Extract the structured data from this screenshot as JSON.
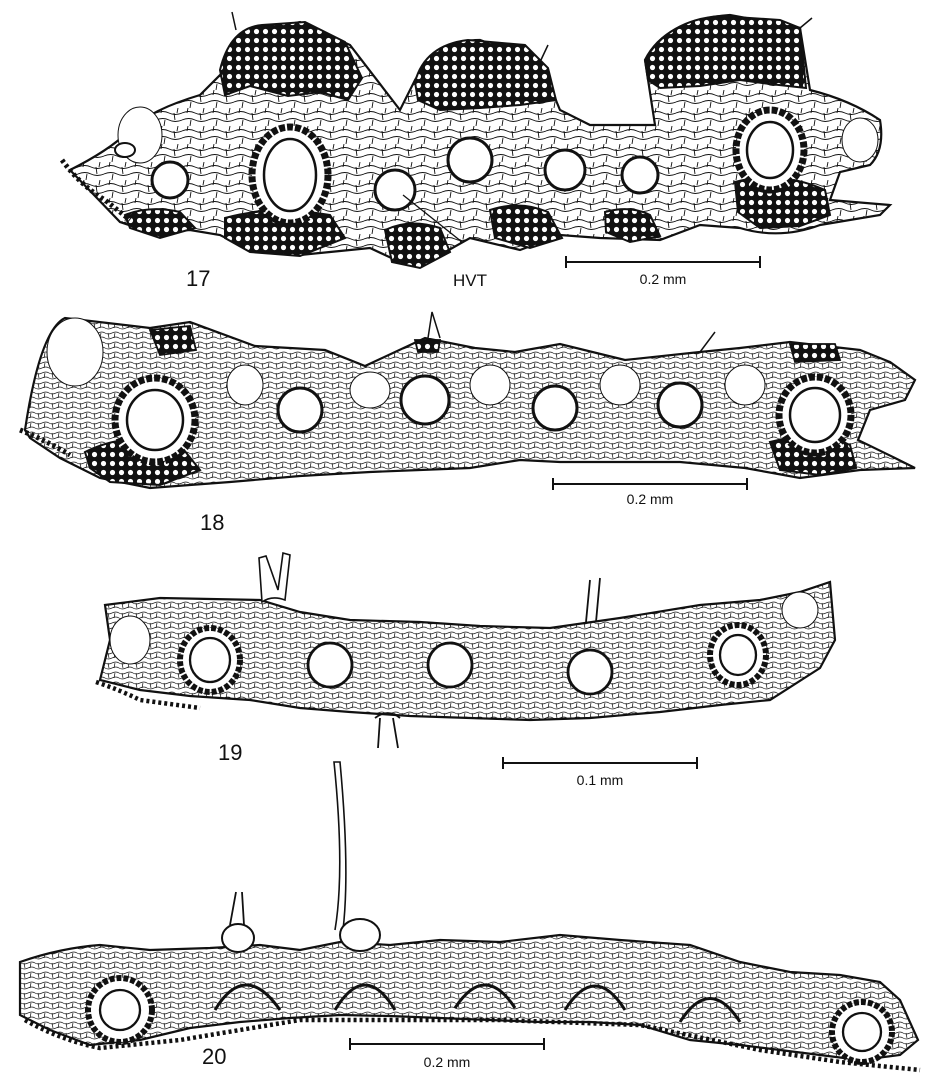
{
  "plate": {
    "figures": [
      {
        "number": "17",
        "scale_bar": "0.2 mm",
        "annotations": [
          {
            "text": "HVT"
          }
        ]
      },
      {
        "number": "18",
        "scale_bar": "0.2 mm",
        "annotations": []
      },
      {
        "number": "19",
        "scale_bar": "0.1 mm",
        "annotations": []
      },
      {
        "number": "20",
        "scale_bar": "0.2 mm",
        "annotations": []
      }
    ]
  },
  "colors": {
    "ink": "#111111",
    "paper": "#ffffff"
  }
}
